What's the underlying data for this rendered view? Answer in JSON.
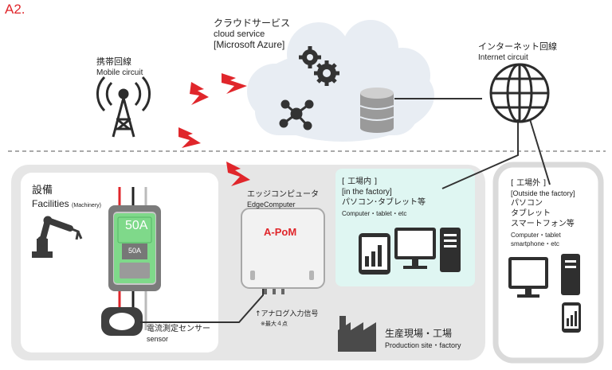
{
  "heading": "A2.",
  "colors": {
    "accent_red": "#e0262b",
    "cloud": "#e8edf3",
    "panel_gray": "#e6e6e6",
    "factory_panel": "#dff6f2",
    "device_dark": "#3b3b3b",
    "breaker_green": "#7fd98a"
  },
  "cloud": {
    "label_ja": "クラウドサービス",
    "label_en": "cloud service",
    "label_brand": "[Microsoft Azure]",
    "icons": [
      "gears-icon",
      "network-hub-icon",
      "database-icon"
    ]
  },
  "mobile": {
    "label_ja": "携帯回線",
    "label_en": "Mobile circuit",
    "icon": "cell-tower-icon"
  },
  "internet": {
    "label_ja": "インターネット回線",
    "label_en": "Internet circuit",
    "icon": "globe-icon"
  },
  "facilities": {
    "label_ja": "設備",
    "label_en": "Facilities",
    "label_sub": "(Machinery)",
    "icon": "robot-arm-icon",
    "breaker_big": "50A",
    "breaker_small": "50A"
  },
  "sensor": {
    "label_ja": "電流測定センサー",
    "label_en": "sensor",
    "icon": "current-clamp-icon"
  },
  "edge": {
    "label_ja": "エッジコンピュータ",
    "label_en": "EdgeComputer",
    "device_name": "A-PoM",
    "input_note": "↑アナログ入力信号",
    "input_sub": "※最大４点"
  },
  "inside": {
    "line1": "[ 工場内 ]",
    "line2": "[in the factory]",
    "line3": "パソコン･タブレット等",
    "line4": "Computer・tablet・etc"
  },
  "outside": {
    "line1": "[ 工場外 ]",
    "line2": "[Outside the factory]",
    "line3": "パソコン",
    "line4": "タブレット",
    "line5": "スマートフォン等",
    "line6": "Computer・tablet",
    "line7": "smartphone・etc"
  },
  "production": {
    "label_ja": "生産現場・工場",
    "label_en": "Production site・factory",
    "icon": "factory-icon"
  }
}
